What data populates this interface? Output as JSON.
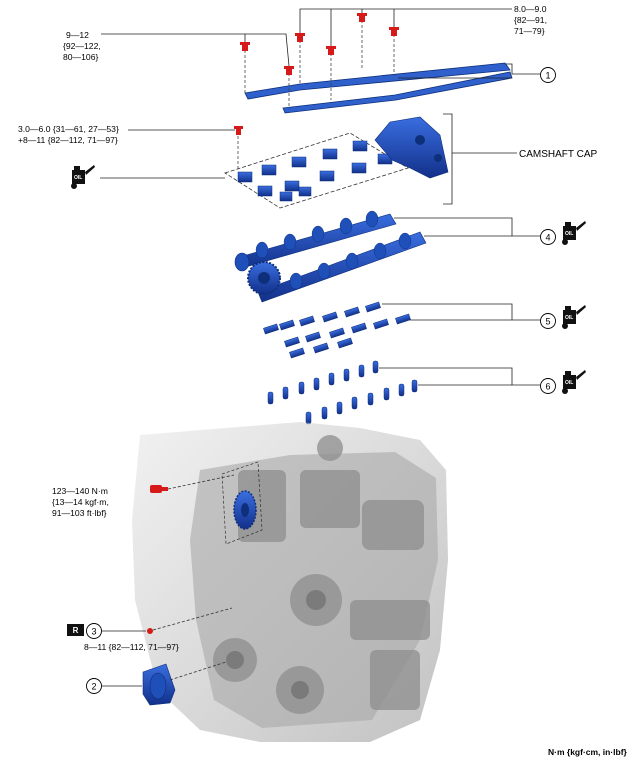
{
  "torques": {
    "cover_bolts": [
      "8.0—9.0",
      "{82—91,",
      "71—79}"
    ],
    "cover_bolts_left": [
      "9—12",
      "{92—122,",
      "80—106}"
    ],
    "camshaft_cap_bolts": [
      "3.0—6.0 {31—61, 27—53}",
      "+8—11 {82—112, 71—97}"
    ],
    "crank_bolt": [
      "123—140 N·m",
      "{13—14 kgf·m,",
      "91—103 ft·lbf}"
    ],
    "plug_bolt": "8—11 {82—112, 71—97}"
  },
  "callouts": {
    "c1": "1",
    "c2": "2",
    "c3": "3",
    "c4": "4",
    "c5": "5",
    "c6": "6"
  },
  "labels": {
    "camshaft_cap": "CAMSHAFT CAP",
    "oil": "OIL",
    "replace_marker": "R"
  },
  "units": "N·m {kgf·cm, in·lbf}",
  "colors": {
    "part_blue": "#1f4fb8",
    "part_blue_dark": "#0e2f7a",
    "bolt_red": "#d61a1a",
    "engine_grey": "#b9b9b9"
  },
  "icons": [
    "oil-can-icon",
    "replace-r-icon"
  ]
}
